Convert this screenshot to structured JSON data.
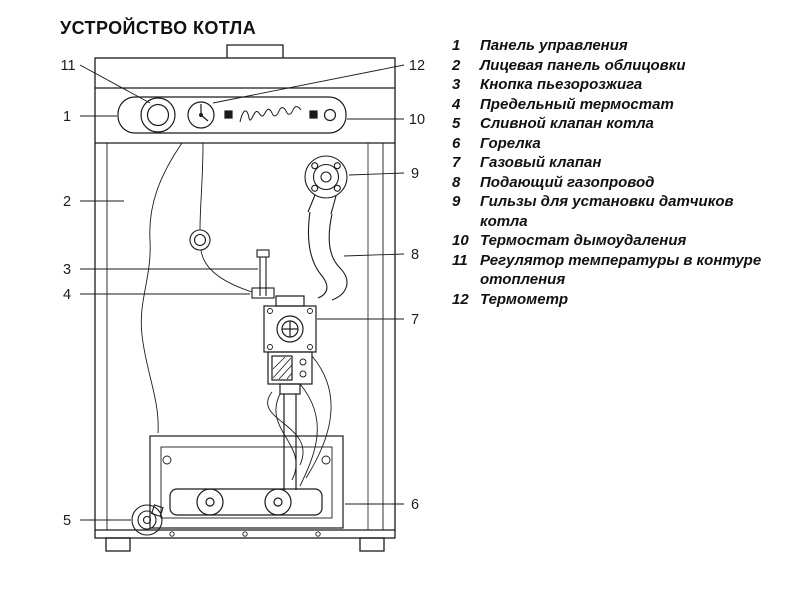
{
  "page": {
    "title": "УСТРОЙСТВО КОТЛА"
  },
  "legend": {
    "items": [
      {
        "num": "1",
        "label": "Панель управления"
      },
      {
        "num": "2",
        "label": "Лицевая панель облицовки"
      },
      {
        "num": "3",
        "label": "Кнопка пьезорозжига"
      },
      {
        "num": "4",
        "label": "Предельный термостат"
      },
      {
        "num": "5",
        "label": "Сливной клапан котла"
      },
      {
        "num": "6",
        "label": "Горелка"
      },
      {
        "num": "7",
        "label": "Газовый клапан"
      },
      {
        "num": "8",
        "label": "Подающий газопровод"
      },
      {
        "num": "9",
        "label": "Гильзы для установки датчиков котла"
      },
      {
        "num": "10",
        "label": "Термостат дымоудаления"
      },
      {
        "num": "11",
        "label": "Регулятор температуры в контуре отопления"
      },
      {
        "num": "12",
        "label": "Термометр"
      }
    ]
  }
}
